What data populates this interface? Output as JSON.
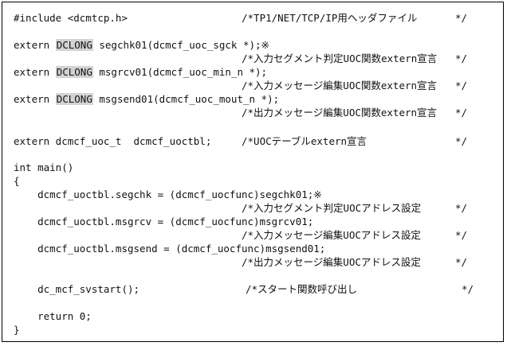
{
  "lines": [
    {
      "code": "#include <dcmtcp.h>",
      "comment": "/*TP1/NET/TCP/IP用ヘッダファイル",
      "end": "*/"
    },
    {
      "prefix": "extern ",
      "hl": "DCLONG",
      "code": " segchk01(dcmcf_uoc_sgck *);※"
    },
    {
      "comment": "/*入力セグメント判定UOC関数extern宣言",
      "end": "*/"
    },
    {
      "prefix": "extern ",
      "hl": "DCLONG",
      "code": " msgrcv01(dcmcf_uoc_min_n *);"
    },
    {
      "comment": "/*入力メッセージ編集UOC関数extern宣言",
      "end": "*/"
    },
    {
      "prefix": "extern ",
      "hl": "DCLONG",
      "code": " msgsend01(dcmcf_uoc_mout_n *);"
    },
    {
      "comment": "/*出力メッセージ編集UOC関数extern宣言",
      "end": "*/"
    },
    {
      "code": "extern dcmcf_uoc_t  dcmcf_uoctbl;",
      "comment": "/*UOCテーブルextern宣言",
      "end": "*/"
    },
    {
      "code": "int main()"
    },
    {
      "code": "{"
    },
    {
      "code": "    dcmcf_uoctbl.segchk = (dcmcf_uocfunc)segchk01;※"
    },
    {
      "comment": "/*入力セグメント判定UOCアドレス設定",
      "end": "*/"
    },
    {
      "code": "    dcmcf_uoctbl.msgrcv = (dcmcf_uocfunc)msgrcv01;"
    },
    {
      "comment": "/*入力メッセージ編集UOCアドレス設定",
      "end": "*/"
    },
    {
      "code": "    dcmcf_uoctbl.msgsend = (dcmcf_uocfunc)msgsend01;"
    },
    {
      "comment": "/*出力メッセージ編集UOCアドレス設定",
      "end": "*/"
    },
    {
      "code": "    dc_mcf_svstart();",
      "comment": "/*スタート関数呼び出し",
      "end": "*/"
    },
    {
      "code": "    return 0;"
    },
    {
      "code": "}"
    }
  ]
}
